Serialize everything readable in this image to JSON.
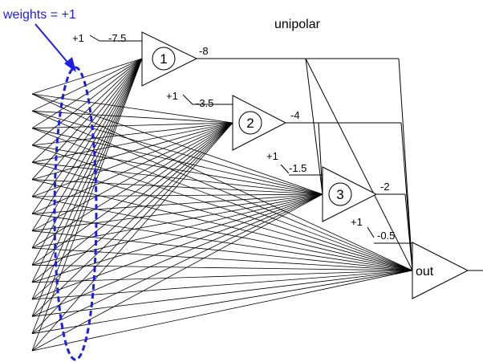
{
  "title": "unipolar",
  "annotation": {
    "text": "weights = +1",
    "color": "#1f1fe0"
  },
  "input_count": 16,
  "line_color": "#000000",
  "neurons": [
    {
      "label": "1",
      "bias_input": "+1",
      "bias_weight": "-7.5",
      "output_weight": "-8"
    },
    {
      "label": "2",
      "bias_input": "+1",
      "bias_weight": "-3.5",
      "output_weight": "-4"
    },
    {
      "label": "3",
      "bias_input": "+1",
      "bias_weight": "-1.5",
      "output_weight": "-2"
    }
  ],
  "output_neuron": {
    "label": "out",
    "bias_input": "+1",
    "bias_weight": "-0.5"
  }
}
